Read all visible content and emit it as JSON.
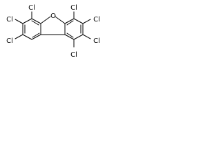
{
  "atom_labels": {
    "oxygen": "O",
    "cl_top_left": "Cl",
    "cl_top_right": "Cl",
    "cl_left_upper": "Cl",
    "cl_left_lower": "Cl",
    "cl_right_upper": "Cl",
    "cl_right_middle": "Cl",
    "cl_bottom_right": "Cl"
  },
  "colors": {
    "bond": "#000000",
    "text": "#000000",
    "background": "#ffffff"
  }
}
